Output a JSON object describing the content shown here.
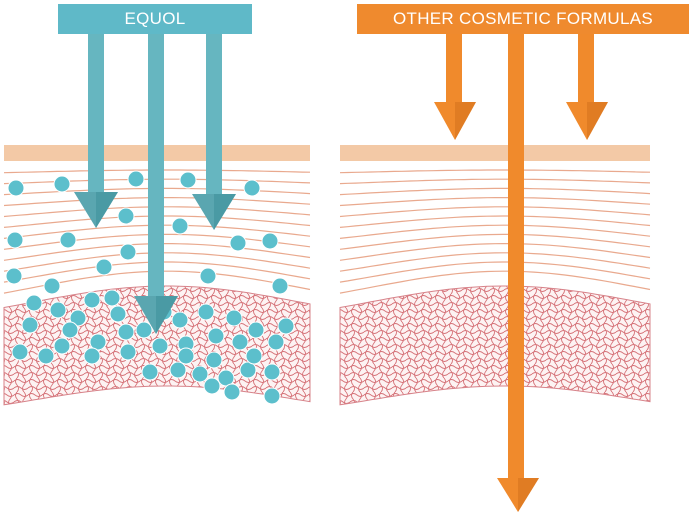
{
  "labels": {
    "equol": "EQUOL",
    "other": "OTHER COSMETIC FORMULAS"
  },
  "colors": {
    "equol_label": "#5fb9c8",
    "equol_arrow": "#66b6c0",
    "equol_arrow_dark": "#3e8f9a",
    "other_label": "#ef8a2e",
    "other_arrow": "#f08a2c",
    "other_arrow_dark": "#d06e1a",
    "skin_surface": "#f3c9a6",
    "epidermis_line": "#e9a98e",
    "dermis_pattern": "#c8464f",
    "particle": "#5cbfcc"
  },
  "icons": {
    "particle": "circle",
    "arrow": "down-arrow"
  }
}
